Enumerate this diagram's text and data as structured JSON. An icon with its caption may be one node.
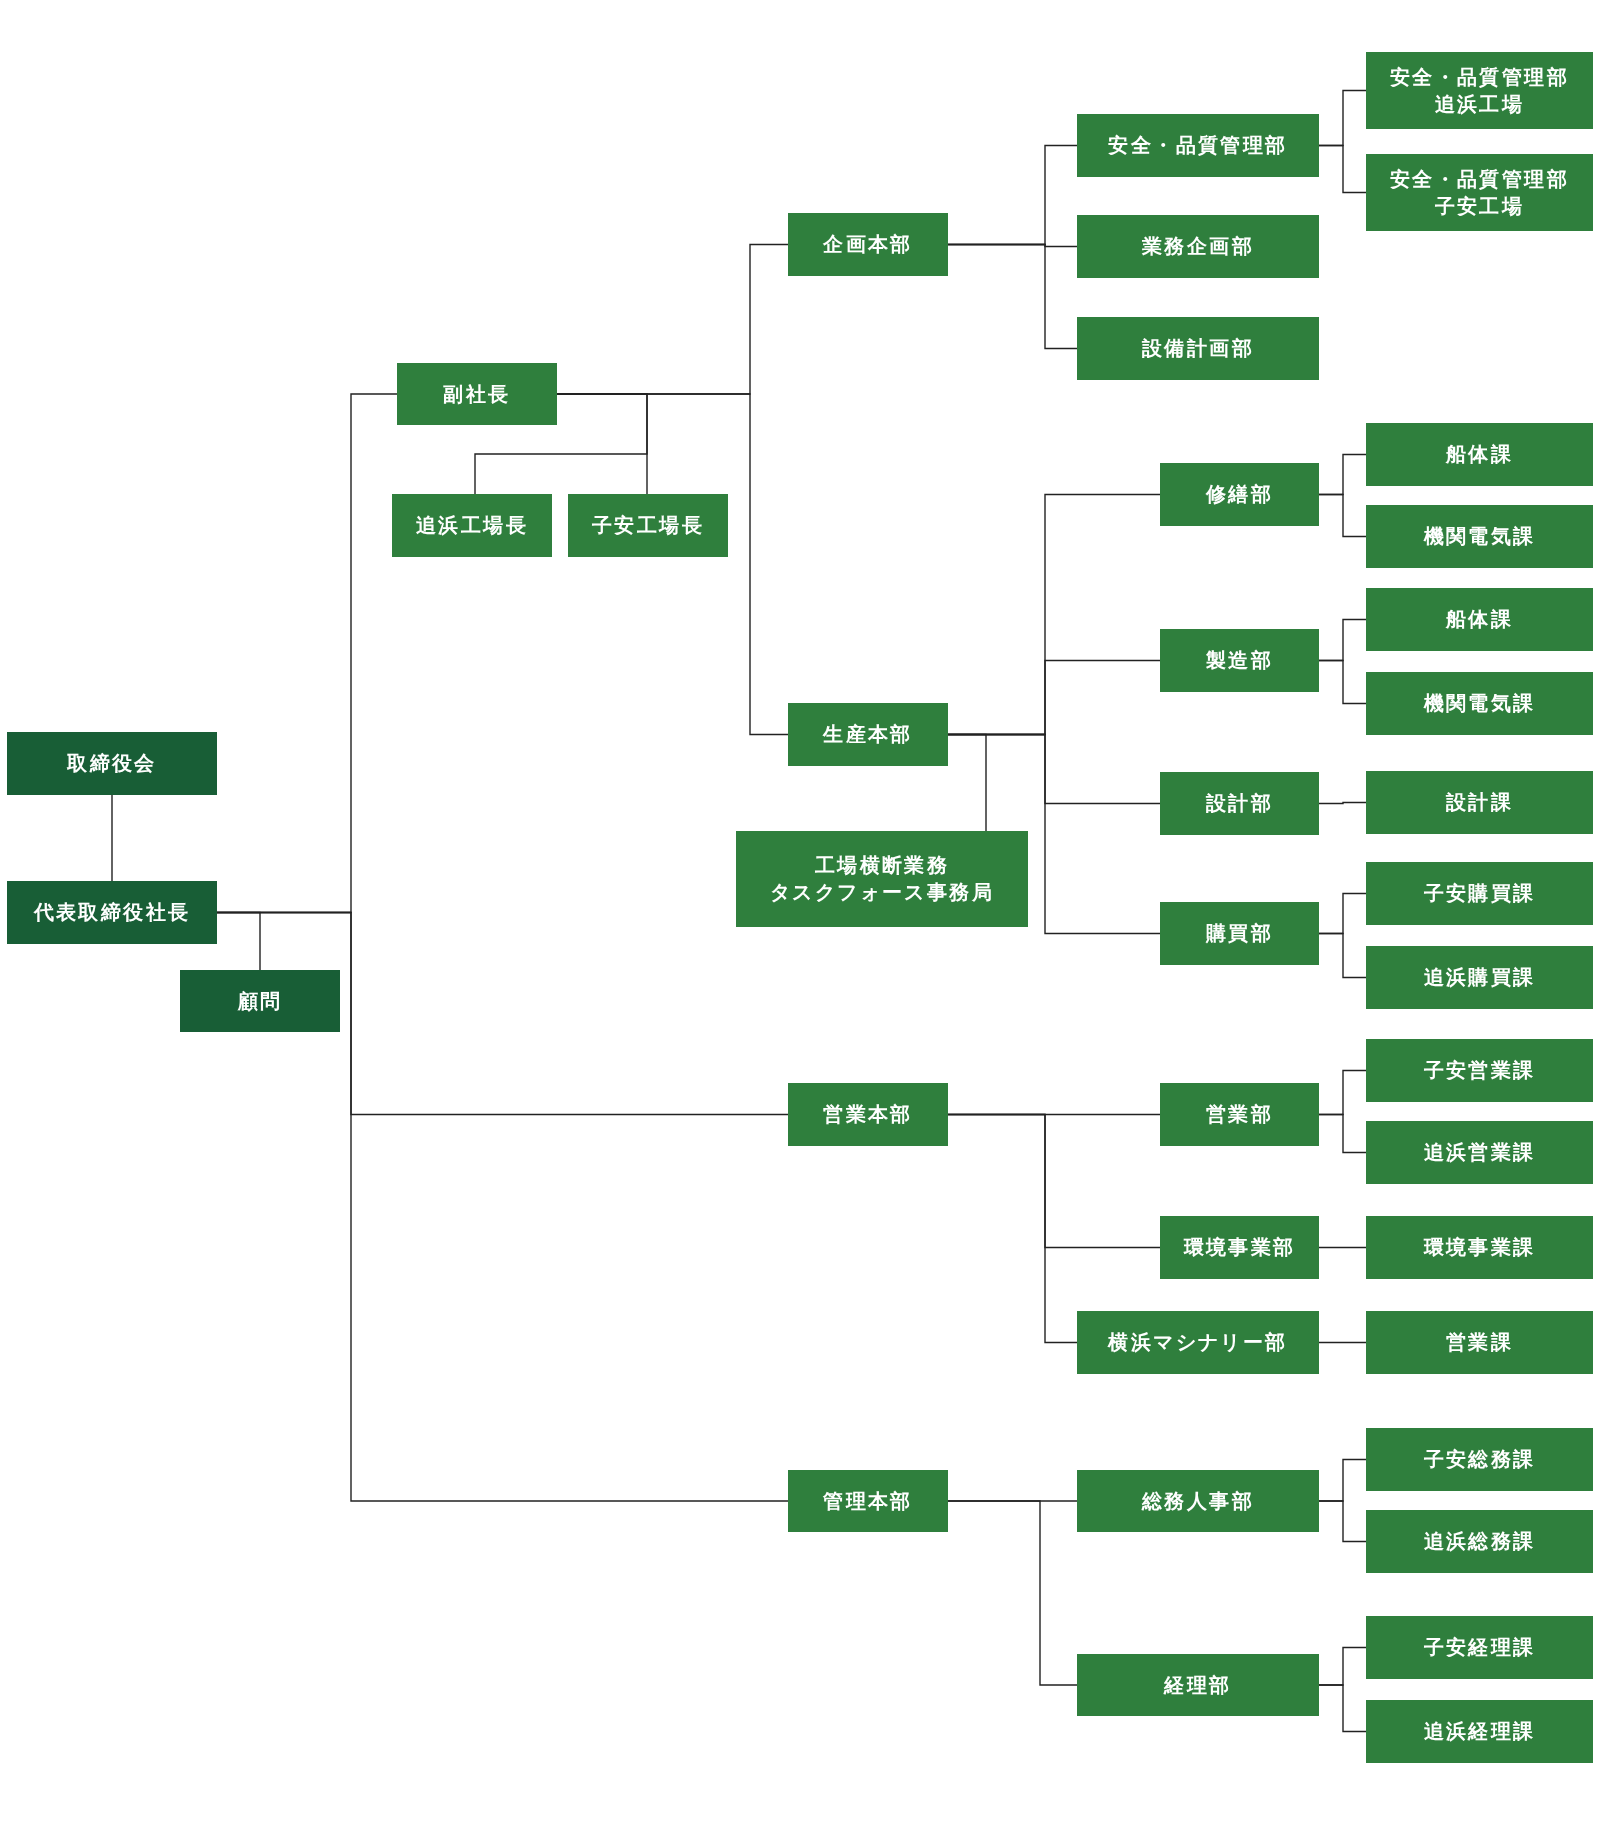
{
  "diagram": {
    "nodes": [
      {
        "text": [
          "取締役会"
        ]
      },
      {
        "text": [
          "代表取締役社長"
        ]
      },
      {
        "text": [
          "顧問"
        ]
      },
      {
        "text": [
          "副社長"
        ]
      },
      {
        "text": [
          "追浜工場長"
        ]
      },
      {
        "text": [
          "子安工場長"
        ]
      },
      {
        "text": [
          "企画本部"
        ]
      },
      {
        "text": [
          "安全・品質管理部"
        ]
      },
      {
        "text": [
          "安全・品質管理部追浜工場"
        ]
      },
      {
        "text": [
          "安全・品質管理部子安工場"
        ]
      },
      {
        "text": [
          "業務企画部"
        ]
      },
      {
        "text": [
          "設備計画部"
        ]
      },
      {
        "text": [
          "生産本部"
        ]
      },
      {
        "text": [
          "工場横断業務タスクフォース事務局"
        ]
      },
      {
        "text": [
          "修繕部"
        ]
      },
      {
        "text": [
          "船体課"
        ]
      },
      {
        "text": [
          "機関電気課"
        ]
      },
      {
        "text": [
          "製造部"
        ]
      },
      {
        "text": [
          "船体課"
        ]
      },
      {
        "text": [
          "機関電気課"
        ]
      },
      {
        "text": [
          "設計部"
        ]
      },
      {
        "text": [
          "設計課"
        ]
      },
      {
        "text": [
          "購買部"
        ]
      },
      {
        "text": [
          "子安購買課"
        ]
      },
      {
        "text": [
          "追浜購買課"
        ]
      },
      {
        "text": [
          "営業本部"
        ]
      },
      {
        "text": [
          "営業部"
        ]
      },
      {
        "text": [
          "子安営業課"
        ]
      },
      {
        "text": [
          "追浜営業課"
        ]
      },
      {
        "text": [
          "環境事業部"
        ]
      },
      {
        "text": [
          "環境事業課"
        ]
      },
      {
        "text": [
          "横浜マシナリー部"
        ]
      },
      {
        "text": [
          "営業課"
        ]
      },
      {
        "text": [
          "管理本部"
        ]
      },
      {
        "text": [
          "総務人事部"
        ]
      },
      {
        "text": [
          "子安総務課"
        ]
      },
      {
        "text": [
          "追浜総務課"
        ]
      },
      {
        "text": [
          "経理部"
        ]
      },
      {
        "text": [
          "子安経理課"
        ]
      },
      {
        "text": [
          "追浜経理課"
        ]
      }
    ],
    "edges": [
      {
        "from": 0,
        "to": 1,
        "arrow": "none"
      },
      {
        "from": 1,
        "to": 2,
        "arrow": "none"
      },
      {
        "from": 1,
        "to": 3,
        "arrow": "none"
      },
      {
        "from": 1,
        "to": 25,
        "arrow": "none"
      },
      {
        "from": 1,
        "to": 33,
        "arrow": "none"
      },
      {
        "from": 3,
        "to": 4,
        "arrow": "none"
      },
      {
        "from": 3,
        "to": 5,
        "arrow": "none"
      },
      {
        "from": 3,
        "to": 6,
        "arrow": "none"
      },
      {
        "from": 3,
        "to": 12,
        "arrow": "none"
      },
      {
        "from": 6,
        "to": 7,
        "arrow": "none"
      },
      {
        "from": 6,
        "to": 10,
        "arrow": "none"
      },
      {
        "from": 6,
        "to": 11,
        "arrow": "none"
      },
      {
        "from": 7,
        "to": 8,
        "arrow": "none"
      },
      {
        "from": 7,
        "to": 9,
        "arrow": "none"
      },
      {
        "from": 12,
        "to": 13,
        "arrow": "none"
      },
      {
        "from": 12,
        "to": 14,
        "arrow": "none"
      },
      {
        "from": 12,
        "to": 17,
        "arrow": "none"
      },
      {
        "from": 12,
        "to": 20,
        "arrow": "none"
      },
      {
        "from": 12,
        "to": 22,
        "arrow": "none"
      },
      {
        "from": 14,
        "to": 15,
        "arrow": "none"
      },
      {
        "from": 14,
        "to": 16,
        "arrow": "none"
      },
      {
        "from": 17,
        "to": 18,
        "arrow": "none"
      },
      {
        "from": 17,
        "to": 19,
        "arrow": "none"
      },
      {
        "from": 20,
        "to": 21,
        "arrow": "none"
      },
      {
        "from": 22,
        "to": 23,
        "arrow": "none"
      },
      {
        "from": 22,
        "to": 24,
        "arrow": "none"
      },
      {
        "from": 25,
        "to": 26,
        "arrow": "none"
      },
      {
        "from": 25,
        "to": 29,
        "arrow": "none"
      },
      {
        "from": 25,
        "to": 31,
        "arrow": "none"
      },
      {
        "from": 26,
        "to": 27,
        "arrow": "none"
      },
      {
        "from": 26,
        "to": 28,
        "arrow": "none"
      },
      {
        "from": 29,
        "to": 30,
        "arrow": "none"
      },
      {
        "from": 31,
        "to": 32,
        "arrow": "none"
      },
      {
        "from": 33,
        "to": 34,
        "arrow": "none"
      },
      {
        "from": 33,
        "to": 37,
        "arrow": "none"
      },
      {
        "from": 34,
        "to": 35,
        "arrow": "none"
      },
      {
        "from": 34,
        "to": 36,
        "arrow": "none"
      },
      {
        "from": 37,
        "to": 38,
        "arrow": "none"
      },
      {
        "from": 37,
        "to": 39,
        "arrow": "none"
      }
    ]
  }
}
